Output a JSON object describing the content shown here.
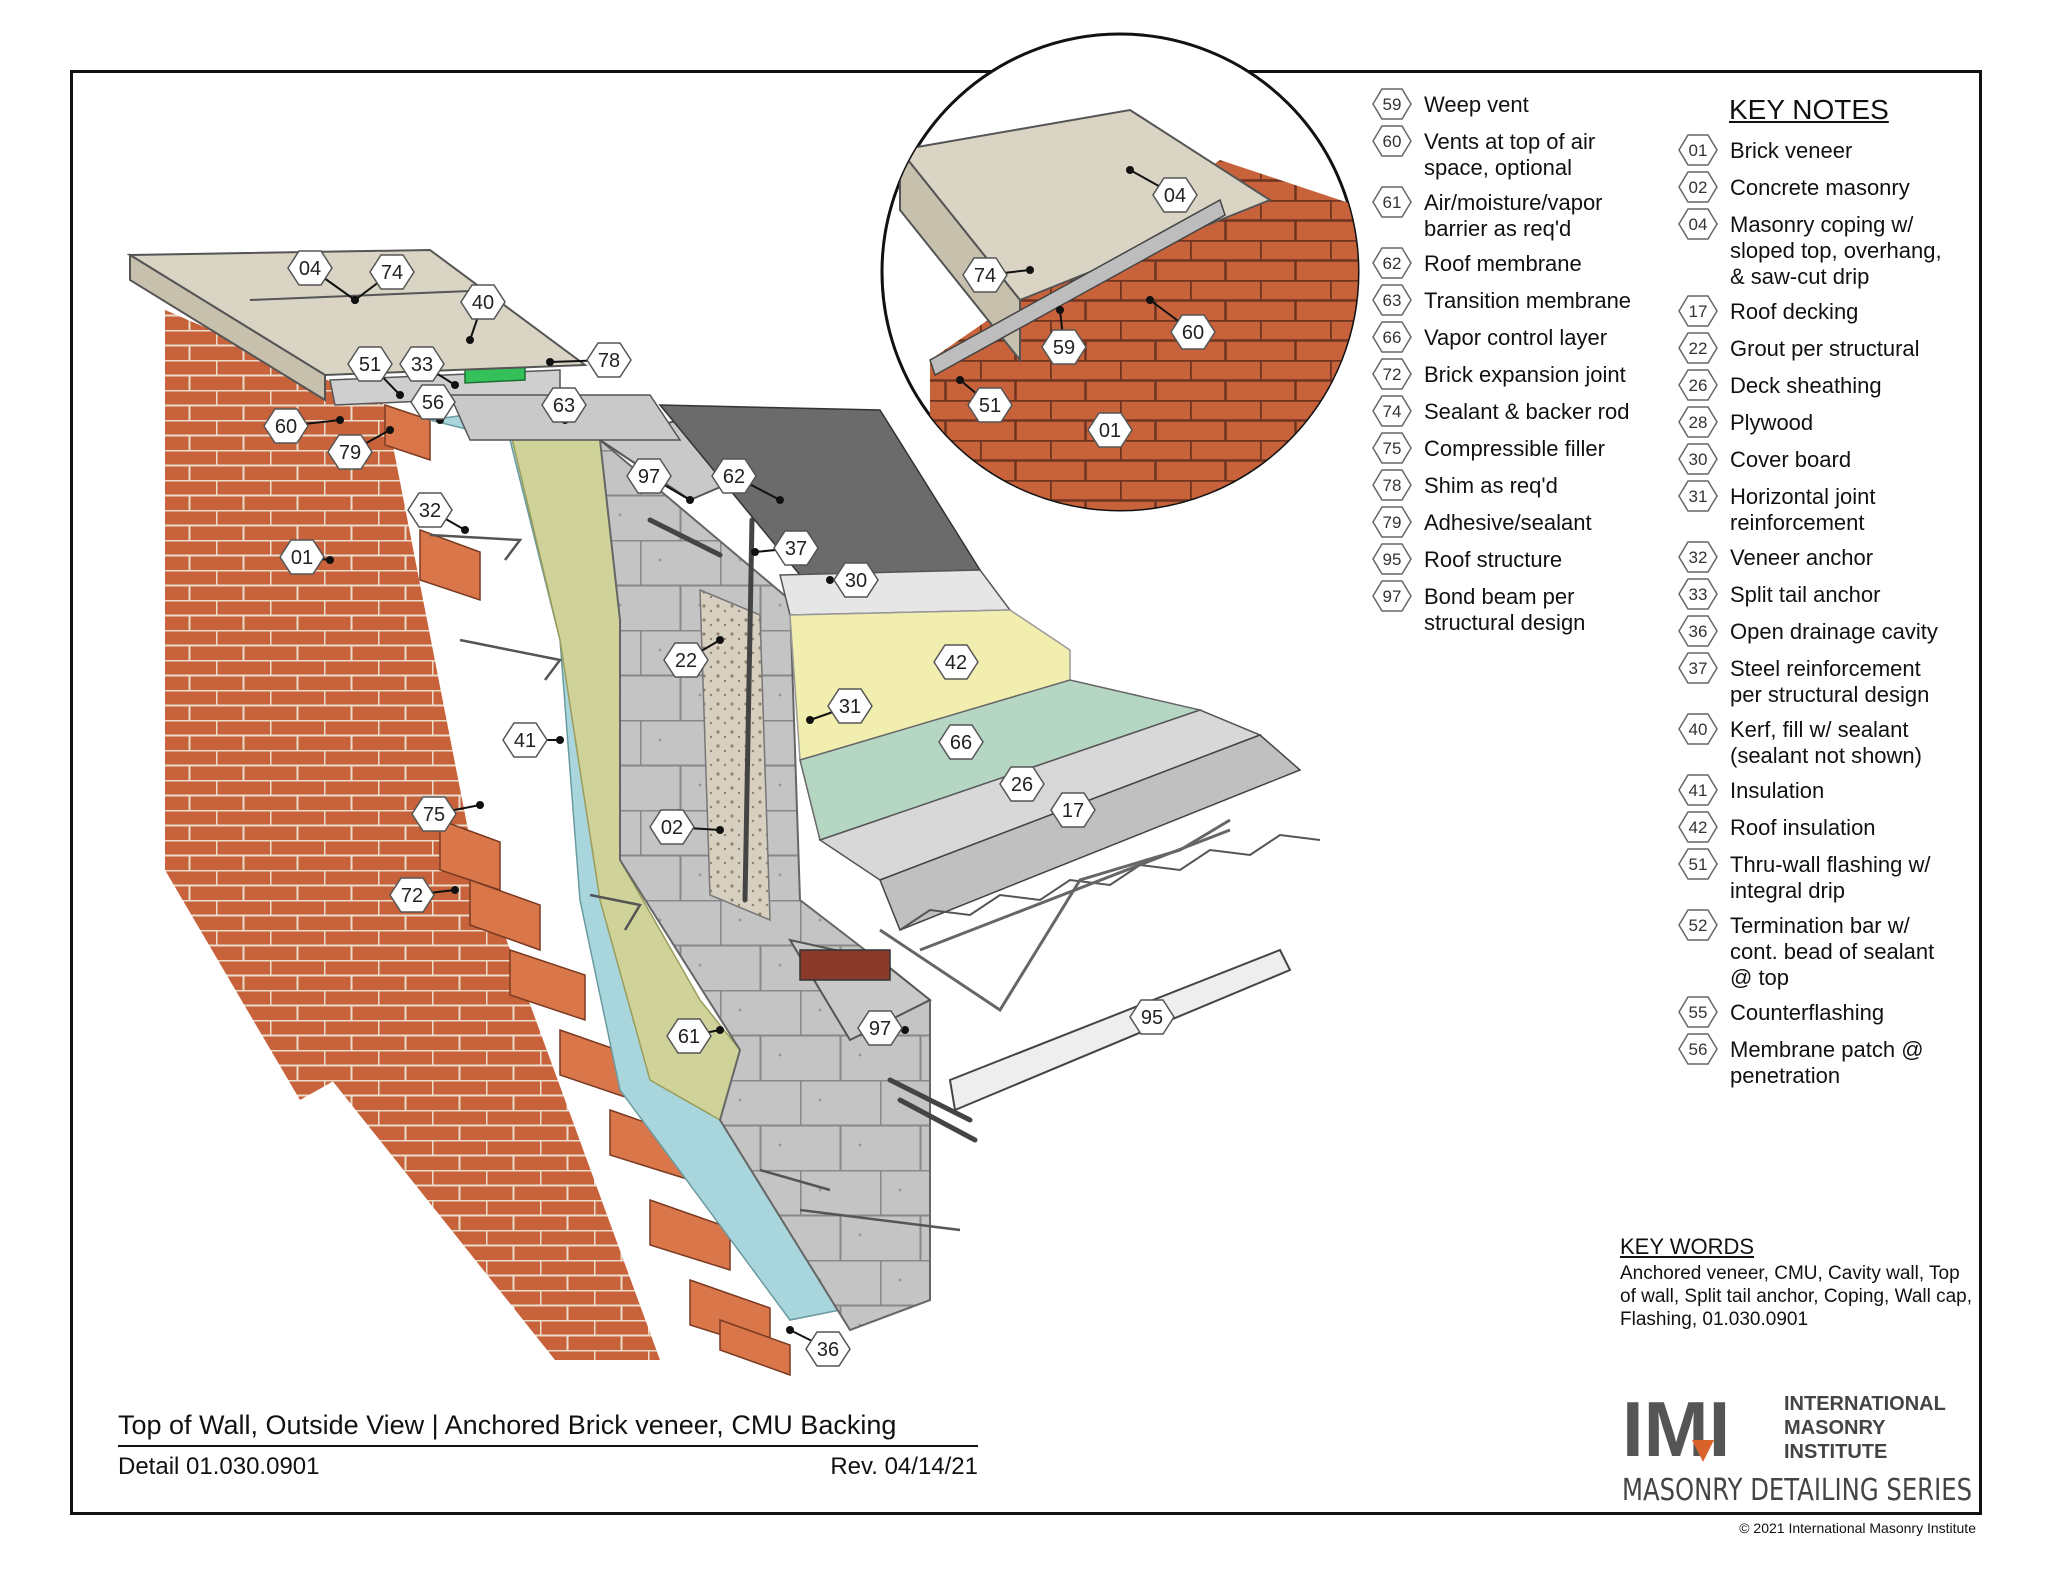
{
  "title_block": {
    "title": "Top of Wall, Outside View | Anchored Brick veneer, CMU Backing",
    "detail": "Detail 01.030.0901",
    "revision": "Rev. 04/14/21"
  },
  "callouts": [
    "04",
    "74",
    "40",
    "51",
    "33",
    "78",
    "60",
    "56",
    "63",
    "79",
    "97",
    "62",
    "32",
    "37",
    "01",
    "30",
    "22",
    "42",
    "31",
    "41",
    "66",
    "26",
    "17",
    "75",
    "02",
    "72",
    "61",
    "97",
    "95",
    "36",
    "04",
    "74",
    "60",
    "59",
    "51",
    "01"
  ],
  "legend_a": [
    {
      "num": "59",
      "label": "Weep vent"
    },
    {
      "num": "60",
      "label": "Vents at top of air\nspace, optional"
    },
    {
      "num": "61",
      "label": "Air/moisture/vapor\nbarrier as req'd"
    },
    {
      "num": "62",
      "label": "Roof membrane"
    },
    {
      "num": "63",
      "label": "Transition membrane"
    },
    {
      "num": "66",
      "label": "Vapor control layer"
    },
    {
      "num": "72",
      "label": "Brick expansion joint"
    },
    {
      "num": "74",
      "label": "Sealant & backer rod"
    },
    {
      "num": "75",
      "label": "Compressible filler"
    },
    {
      "num": "78",
      "label": "Shim as req'd"
    },
    {
      "num": "79",
      "label": "Adhesive/sealant"
    },
    {
      "num": "95",
      "label": "Roof structure"
    },
    {
      "num": "97",
      "label": "Bond beam per\nstructural design"
    }
  ],
  "key_notes": {
    "title": "KEY NOTES",
    "items": [
      {
        "num": "01",
        "label": "Brick veneer"
      },
      {
        "num": "02",
        "label": "Concrete masonry"
      },
      {
        "num": "04",
        "label": "Masonry coping w/\nsloped top, overhang,\n& saw-cut drip"
      },
      {
        "num": "17",
        "label": "Roof decking"
      },
      {
        "num": "22",
        "label": "Grout per structural"
      },
      {
        "num": "26",
        "label": "Deck sheathing"
      },
      {
        "num": "28",
        "label": "Plywood"
      },
      {
        "num": "30",
        "label": "Cover board"
      },
      {
        "num": "31",
        "label": "Horizontal joint\nreinforcement"
      },
      {
        "num": "32",
        "label": "Veneer anchor"
      },
      {
        "num": "33",
        "label": "Split tail anchor"
      },
      {
        "num": "36",
        "label": "Open drainage cavity"
      },
      {
        "num": "37",
        "label": "Steel reinforcement\nper structural design"
      },
      {
        "num": "40",
        "label": "Kerf, fill w/ sealant\n(sealant not shown)"
      },
      {
        "num": "41",
        "label": "Insulation"
      },
      {
        "num": "42",
        "label": "Roof insulation"
      },
      {
        "num": "51",
        "label": "Thru-wall flashing w/\nintegral drip"
      },
      {
        "num": "52",
        "label": "Termination bar w/\ncont. bead of sealant\n@ top"
      },
      {
        "num": "55",
        "label": "Counterflashing"
      },
      {
        "num": "56",
        "label": "Membrane patch @\npenetration"
      }
    ]
  },
  "key_words": {
    "title": "KEY WORDS",
    "text": "Anchored veneer, CMU, Cavity wall, Top of wall, Split tail anchor, Coping, Wall cap, Flashing, 01.030.0901"
  },
  "logo": {
    "mark": "IMI",
    "line1": "INTERNATIONAL",
    "line2": "MASONRY",
    "line3": "INSTITUTE",
    "series": "MASONRY DETAILING SERIES"
  },
  "copyright": "© 2021 International Masonry Institute",
  "colors": {
    "brick": "#c8623a",
    "brick_dark": "#9a4a2a",
    "mortar": "#e9dccb",
    "cmu": "#c4c4c4",
    "insulation": "#a9d6dc",
    "barrier": "#cfd39a",
    "roof_insulation": "#f2eeb0",
    "membrane": "#6b6b6b",
    "coping": "#d9d4c3",
    "vapor": "#b6d6c4",
    "flashing": "#35c15a",
    "deck": "#d8d8d8"
  }
}
